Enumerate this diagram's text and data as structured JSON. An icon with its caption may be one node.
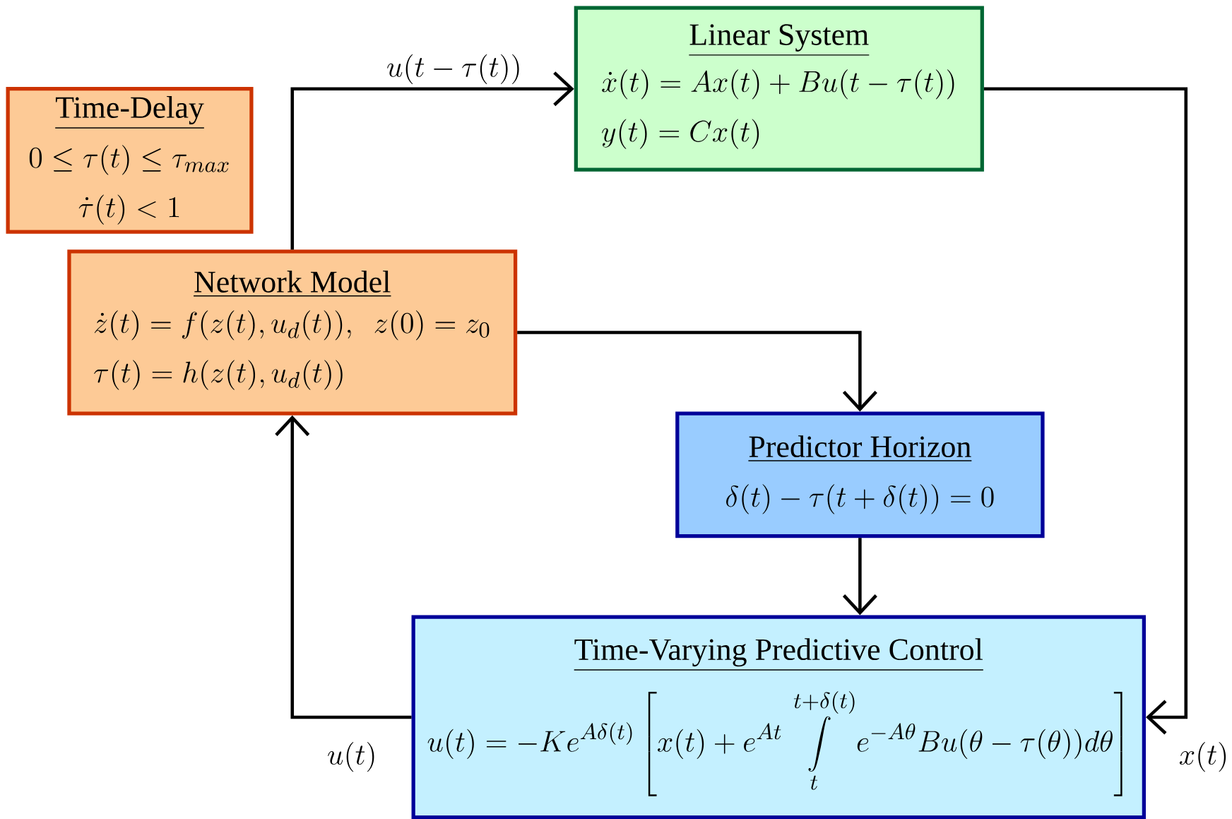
{
  "diagram": {
    "nodes": [
      {
        "text": [
          "Linear System",
          "\\dot{x}(t) = Ax(t) + Bu(t-\\tau(t))",
          "y(t) = Cx(t)"
        ]
      },
      {
        "text": [
          "Time-Delay",
          "0 \\leq \\tau(t) \\leq \\tau_{max}",
          "\\dot{\\tau}(t) < 1"
        ]
      },
      {
        "text": [
          "Network Model",
          "\\dot{z}(t) = f(z(t),u_d(t)),\\ \\ z(0) = z_0",
          "\\tau(t) = h(z(t),u_d(t))"
        ]
      },
      {
        "text": [
          "Predictor Horizon",
          "\\delta(t) - \\tau(t+\\delta(t)) = 0"
        ]
      },
      {
        "text": [
          "Time-Varying Predictive Control",
          "u(t) = -Ke^{A\\delta(t)}\\left[x(t) + e^{At}\\int\\limits_{t}^{t+\\delta(t)} e^{-A\\theta}Bu(\\theta-\\tau(\\theta))d\\theta\\right]"
        ]
      }
    ],
    "edges": [
      {
        "from": 2,
        "to": 0,
        "arrow": "to",
        "label": "u(t-\\tau(t))"
      },
      {
        "from": 2,
        "to": 3,
        "arrow": "to"
      },
      {
        "from": 3,
        "to": 4,
        "arrow": "to"
      },
      {
        "from": 0,
        "to": 4,
        "arrow": "to",
        "label": "x(t)"
      },
      {
        "from": 4,
        "to": 2,
        "arrow": "to",
        "label": "u(t)"
      }
    ]
  }
}
